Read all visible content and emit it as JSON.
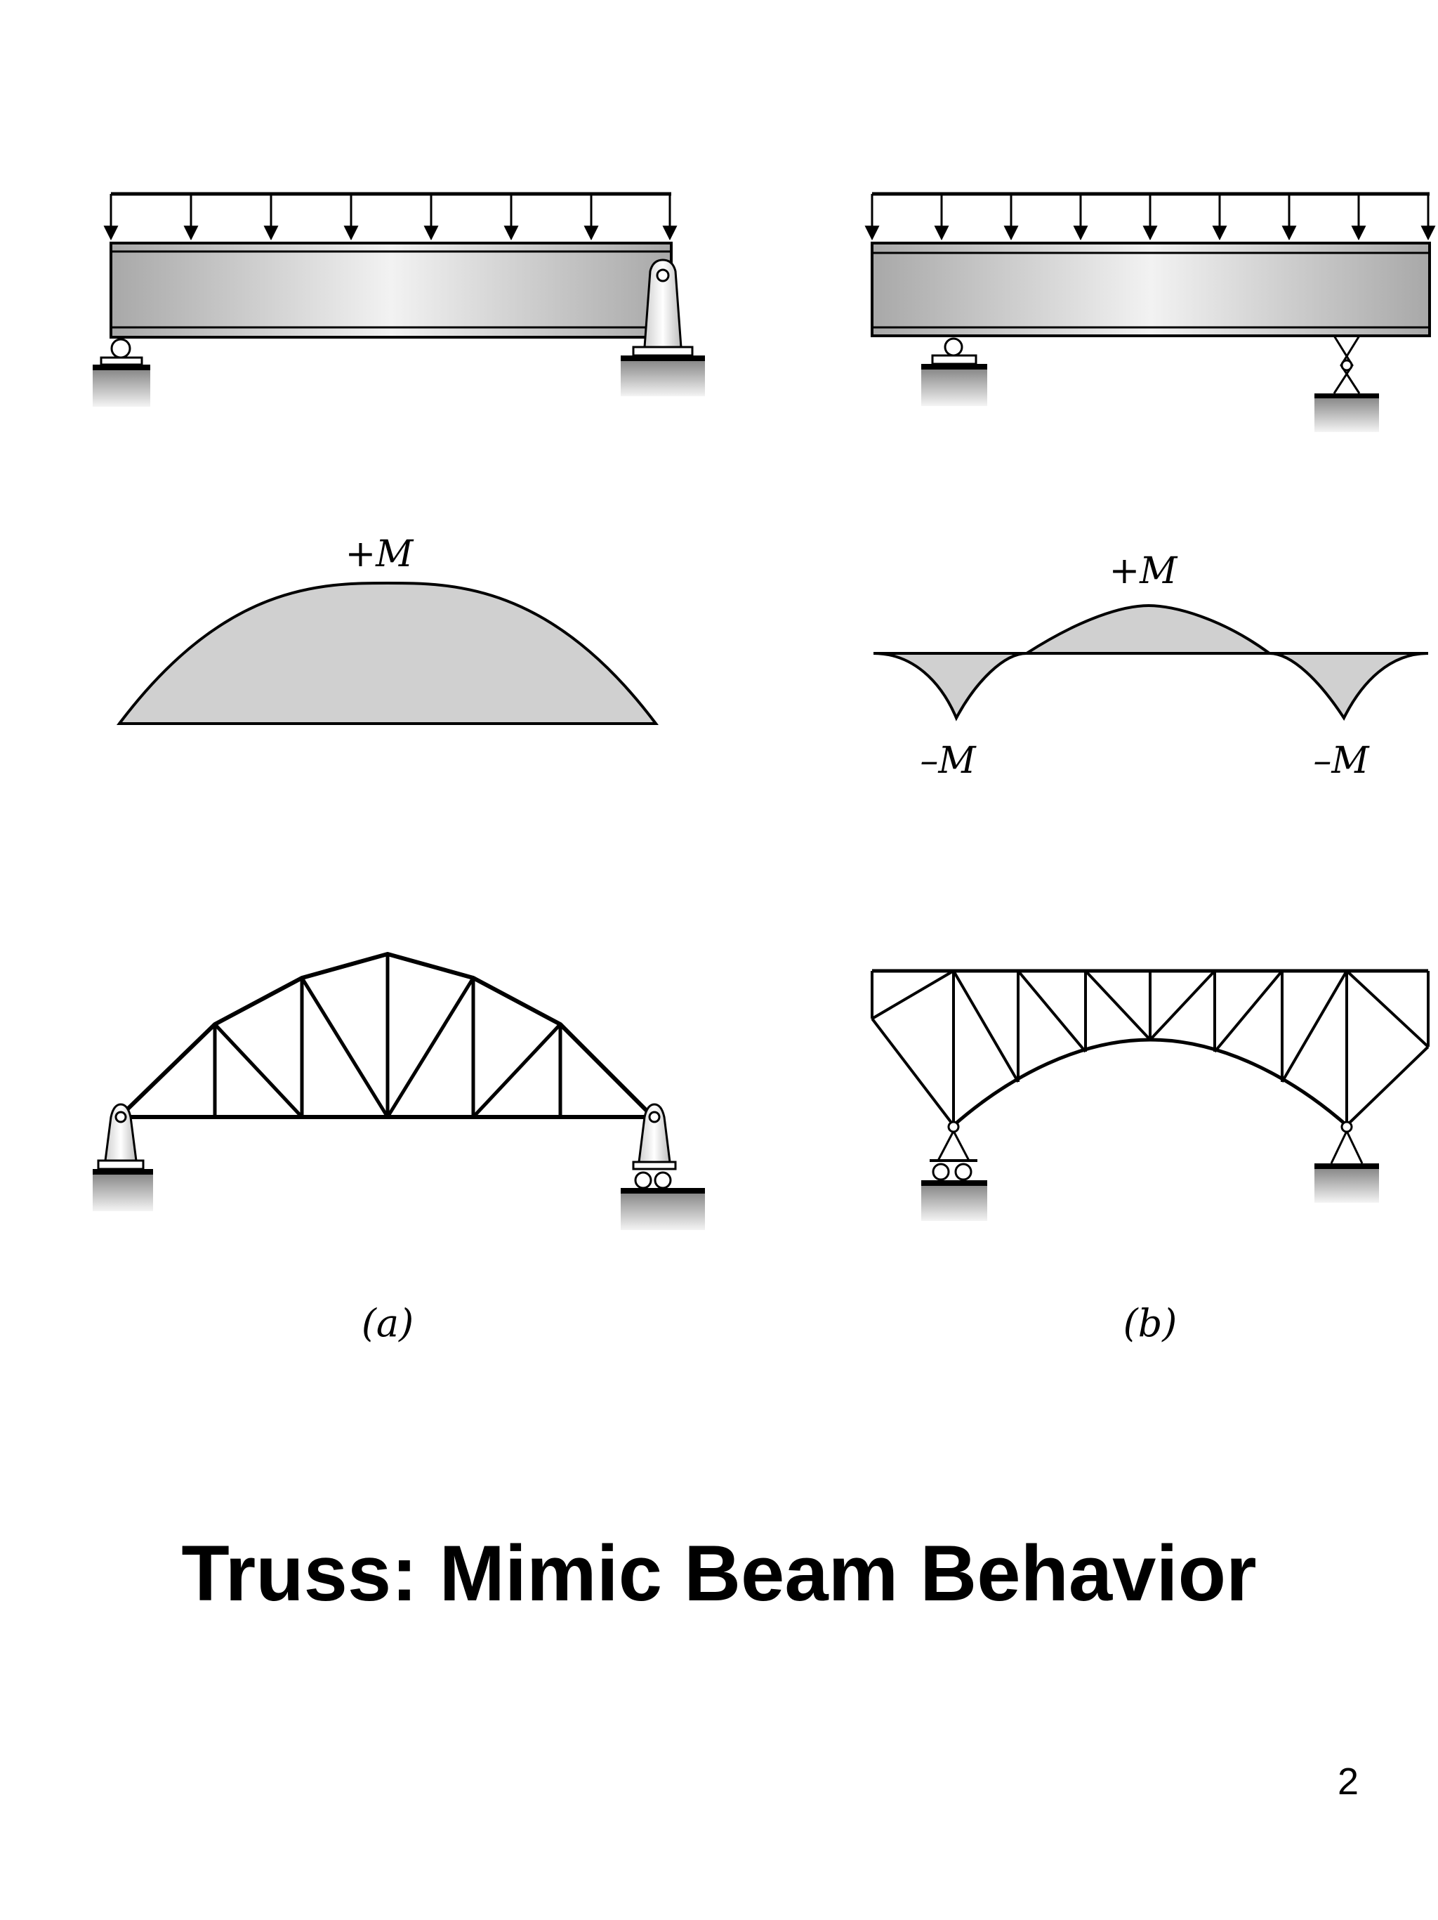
{
  "slide": {
    "title": "Truss: Mimic Beam Behavior",
    "page_number": "2"
  },
  "diagram": {
    "moment_labels": {
      "a_positive": "+M",
      "b_positive": "+M",
      "b_negative_left": "–M",
      "b_negative_right": "–M"
    },
    "captions": {
      "a": "(a)",
      "b": "(b)"
    }
  },
  "colors": {
    "line": "#000000",
    "moment_fill": "#d0d0d0",
    "beam_gradient_dark": "#a8a8a8",
    "beam_gradient_light": "#f2f2f2"
  }
}
